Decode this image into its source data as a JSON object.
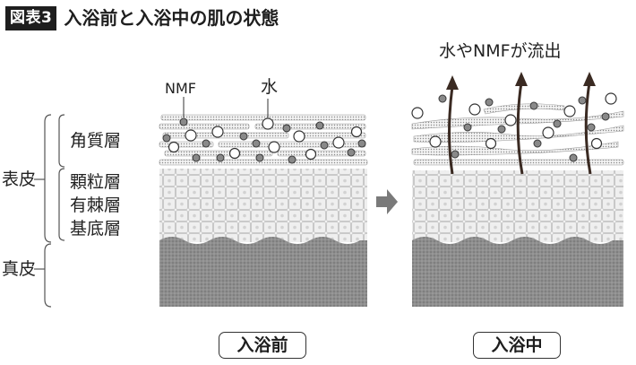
{
  "header": {
    "badge": "図表3",
    "title": "入浴前と入浴中の肌の状態"
  },
  "labels": {
    "nmf": "NMF",
    "water": "水",
    "outflow": "水やNMFが流出",
    "kakushitsu": "角質層",
    "hyouhi": "表皮",
    "kenryu": "顆粒層",
    "yuukyoku": "有棘層",
    "kitei": "基底層",
    "shinpi": "真皮"
  },
  "captions": {
    "before": "入浴前",
    "during": "入浴中"
  }
}
